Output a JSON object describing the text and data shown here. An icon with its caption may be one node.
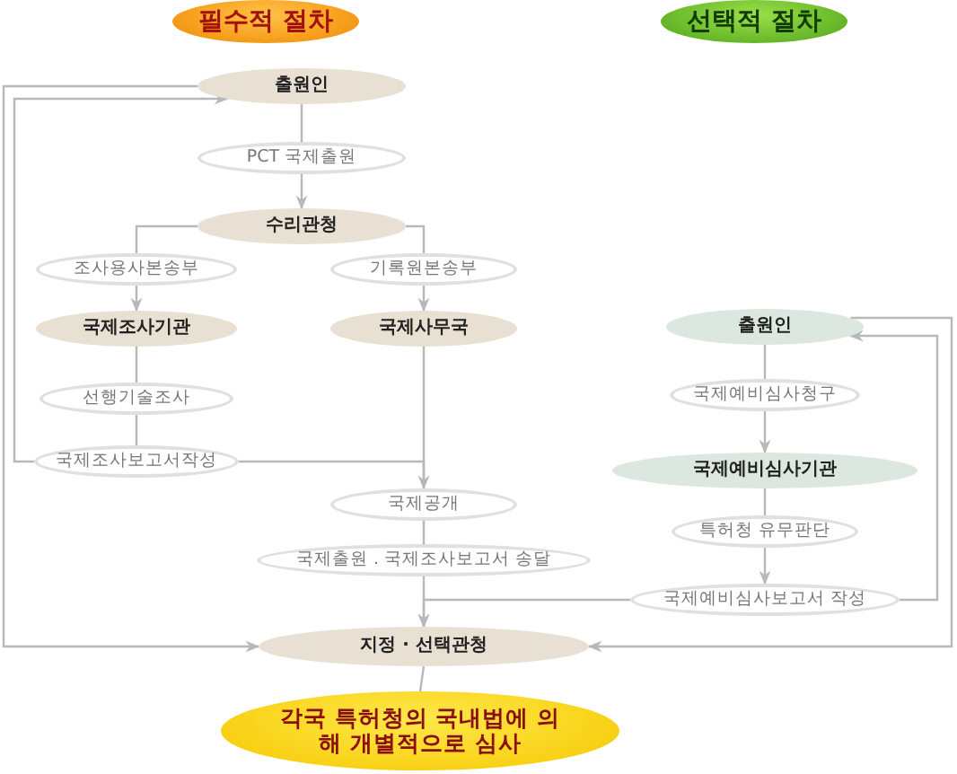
{
  "diagram": {
    "nodes": [
      {
        "text": [
          "필수적 절차"
        ]
      },
      {
        "text": [
          "선택적 절차"
        ]
      },
      {
        "text": [
          "출원인"
        ]
      },
      {
        "text": [
          "PCT 국제출원"
        ]
      },
      {
        "text": [
          "수리관청"
        ]
      },
      {
        "text": [
          "조사용사본송부"
        ]
      },
      {
        "text": [
          "기록원본송부"
        ]
      },
      {
        "text": [
          "국제조사기관"
        ]
      },
      {
        "text": [
          "국제사무국"
        ]
      },
      {
        "text": [
          "선행기술조사"
        ]
      },
      {
        "text": [
          "국제조사보고서작성"
        ]
      },
      {
        "text": [
          "국제공개"
        ]
      },
      {
        "text": [
          "국제출원 . 국제조사보고서 송달"
        ]
      },
      {
        "text": [
          "지정 · 선택관청"
        ]
      },
      {
        "text": [
          "각국 특허청의 국내법에 의해 개별적으로 심사"
        ]
      },
      {
        "text": [
          "출원인"
        ]
      },
      {
        "text": [
          "국제예비심사청구"
        ]
      },
      {
        "text": [
          "국제예비심사기관"
        ]
      },
      {
        "text": [
          "특허청 유무판단"
        ]
      },
      {
        "text": [
          "국제예비심사보고서 작성"
        ]
      }
    ],
    "edges": [
      {
        "from": 2,
        "to": 3,
        "arrow": "none"
      },
      {
        "from": 3,
        "to": 4,
        "arrow": "to"
      },
      {
        "from": 4,
        "to": 5,
        "arrow": "none"
      },
      {
        "from": 4,
        "to": 6,
        "arrow": "none"
      },
      {
        "from": 5,
        "to": 7,
        "arrow": "to"
      },
      {
        "from": 6,
        "to": 8,
        "arrow": "to"
      },
      {
        "from": 7,
        "to": 9,
        "arrow": "none"
      },
      {
        "from": 9,
        "to": 10,
        "arrow": "none"
      },
      {
        "from": 10,
        "to": 2,
        "arrow": "to"
      },
      {
        "from": 2,
        "to": 13,
        "arrow": "to"
      },
      {
        "from": 10,
        "to": 11,
        "arrow": "to"
      },
      {
        "from": 8,
        "to": 11,
        "arrow": "none"
      },
      {
        "from": 11,
        "to": 12,
        "arrow": "none"
      },
      {
        "from": 12,
        "to": 13,
        "arrow": "to"
      },
      {
        "from": 13,
        "to": 14,
        "arrow": "none"
      },
      {
        "from": 15,
        "to": 16,
        "arrow": "none"
      },
      {
        "from": 16,
        "to": 17,
        "arrow": "to"
      },
      {
        "from": 17,
        "to": 18,
        "arrow": "none"
      },
      {
        "from": 18,
        "to": 19,
        "arrow": "to"
      },
      {
        "from": 19,
        "to": 15,
        "arrow": "to"
      },
      {
        "from": 19,
        "to": 13,
        "arrow": "to"
      },
      {
        "from": 15,
        "to": 13,
        "arrow": "to"
      }
    ]
  }
}
